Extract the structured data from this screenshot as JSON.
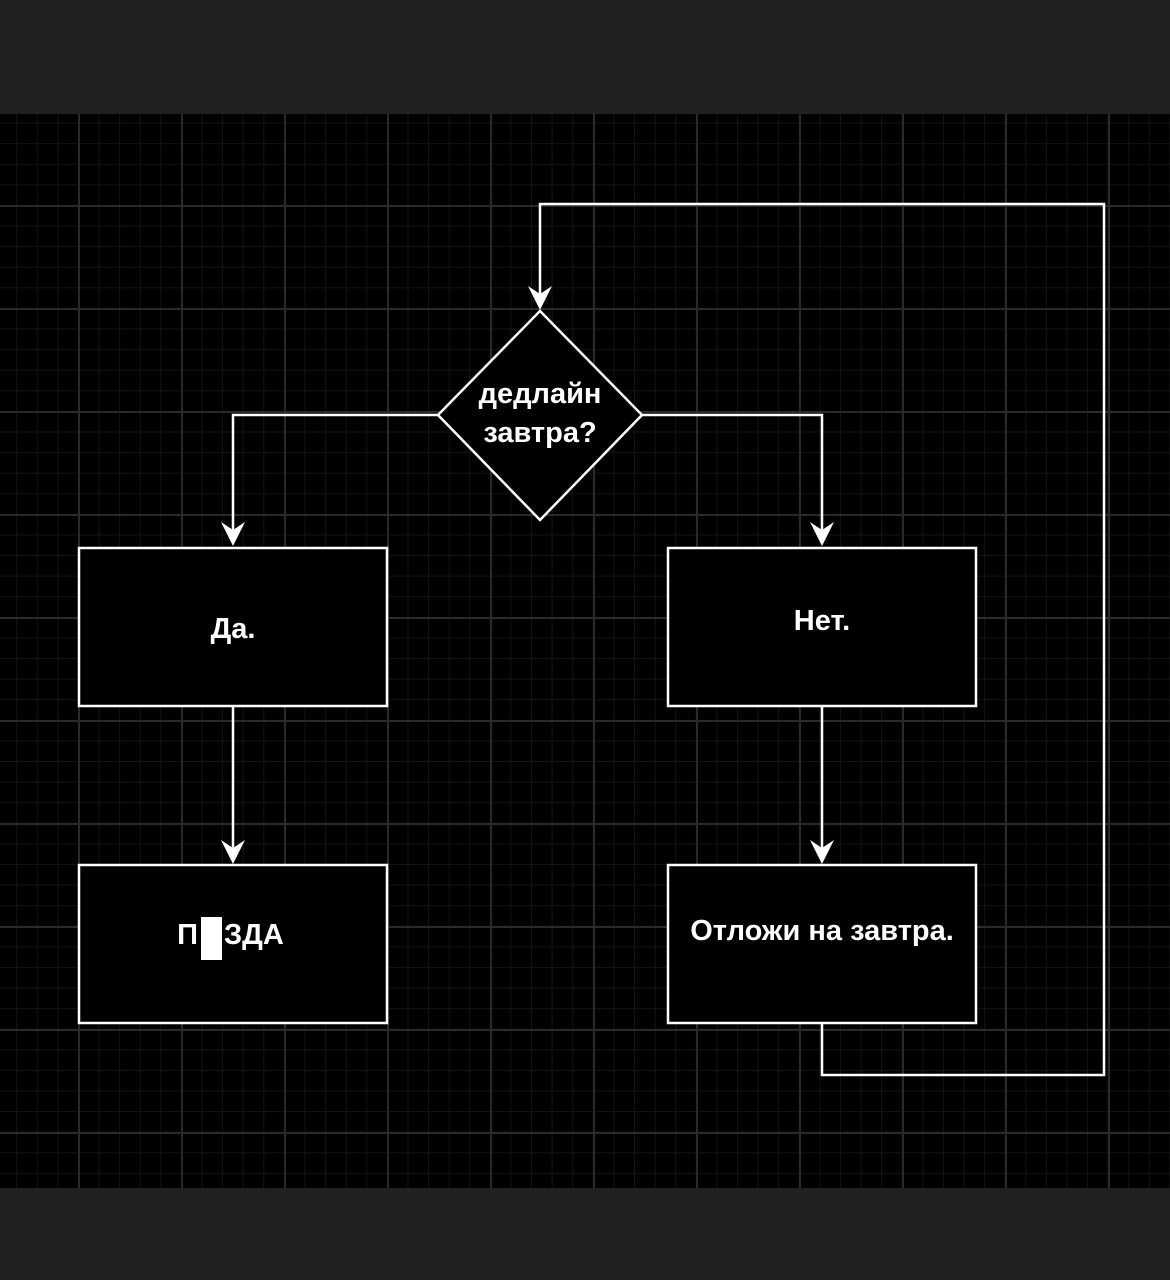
{
  "diagram": {
    "decision": {
      "line1": "дедлайн",
      "line2": "завтра?"
    },
    "yes_label": "Да.",
    "no_label": "Нет.",
    "yes_result_pre": "П",
    "yes_result_post": "ЗДА",
    "no_result": "Отложи на завтра."
  },
  "colors": {
    "background": "#000000",
    "stroke": "#ffffff",
    "text": "#ffffff"
  }
}
